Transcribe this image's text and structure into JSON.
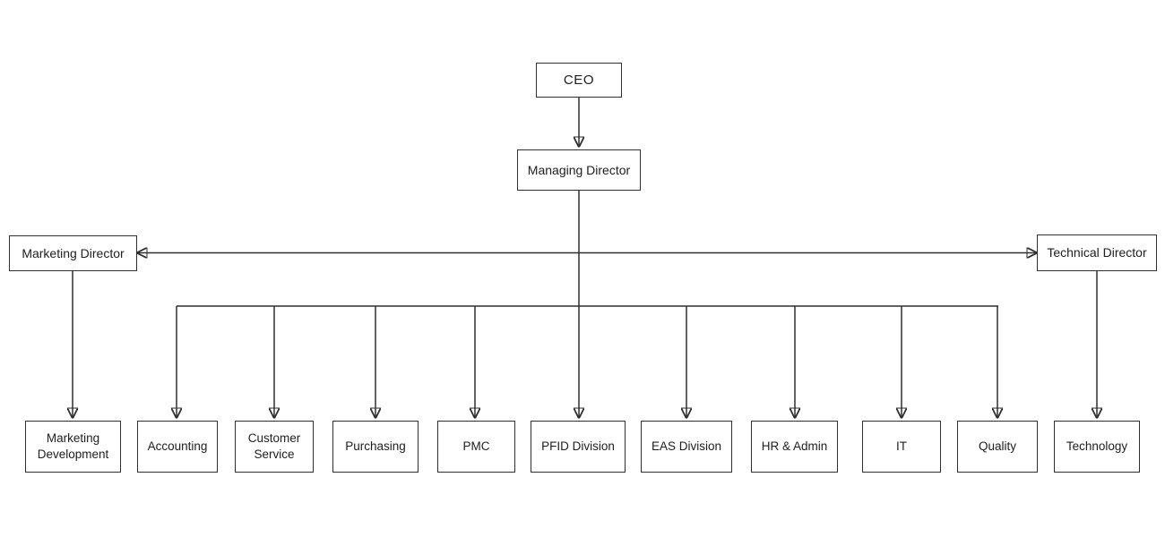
{
  "diagram": {
    "type": "org-chart",
    "nodes": {
      "ceo": {
        "label": "CEO"
      },
      "managing_director": {
        "label": "Managing Director"
      },
      "marketing_director": {
        "label": "Marketing Director"
      },
      "technical_director": {
        "label": "Technical Director"
      },
      "marketing_development": {
        "label": "Marketing Development"
      },
      "accounting": {
        "label": "Accounting"
      },
      "customer_service": {
        "label": "Customer Service"
      },
      "purchasing": {
        "label": "Purchasing"
      },
      "pmc": {
        "label": "PMC"
      },
      "pfid_division": {
        "label": "PFID Division"
      },
      "eas_division": {
        "label": "EAS Division"
      },
      "hr_admin": {
        "label": "HR & Admin"
      },
      "it": {
        "label": "IT"
      },
      "quality": {
        "label": "Quality"
      },
      "technology": {
        "label": "Technology"
      }
    },
    "edges": [
      {
        "from": "ceo",
        "to": "managing_director"
      },
      {
        "from": "managing_director",
        "to": "marketing_director"
      },
      {
        "from": "managing_director",
        "to": "technical_director"
      },
      {
        "from": "managing_director",
        "to": "accounting"
      },
      {
        "from": "managing_director",
        "to": "customer_service"
      },
      {
        "from": "managing_director",
        "to": "purchasing"
      },
      {
        "from": "managing_director",
        "to": "pmc"
      },
      {
        "from": "managing_director",
        "to": "pfid_division"
      },
      {
        "from": "managing_director",
        "to": "eas_division"
      },
      {
        "from": "managing_director",
        "to": "hr_admin"
      },
      {
        "from": "managing_director",
        "to": "it"
      },
      {
        "from": "managing_director",
        "to": "quality"
      },
      {
        "from": "marketing_director",
        "to": "marketing_development"
      },
      {
        "from": "technical_director",
        "to": "technology"
      }
    ],
    "colors": {
      "line": "#2f2f2f",
      "box_border": "#2f2f2f",
      "box_background": "#ffffff",
      "text": "#202020",
      "page_background": "#ffffff"
    }
  }
}
